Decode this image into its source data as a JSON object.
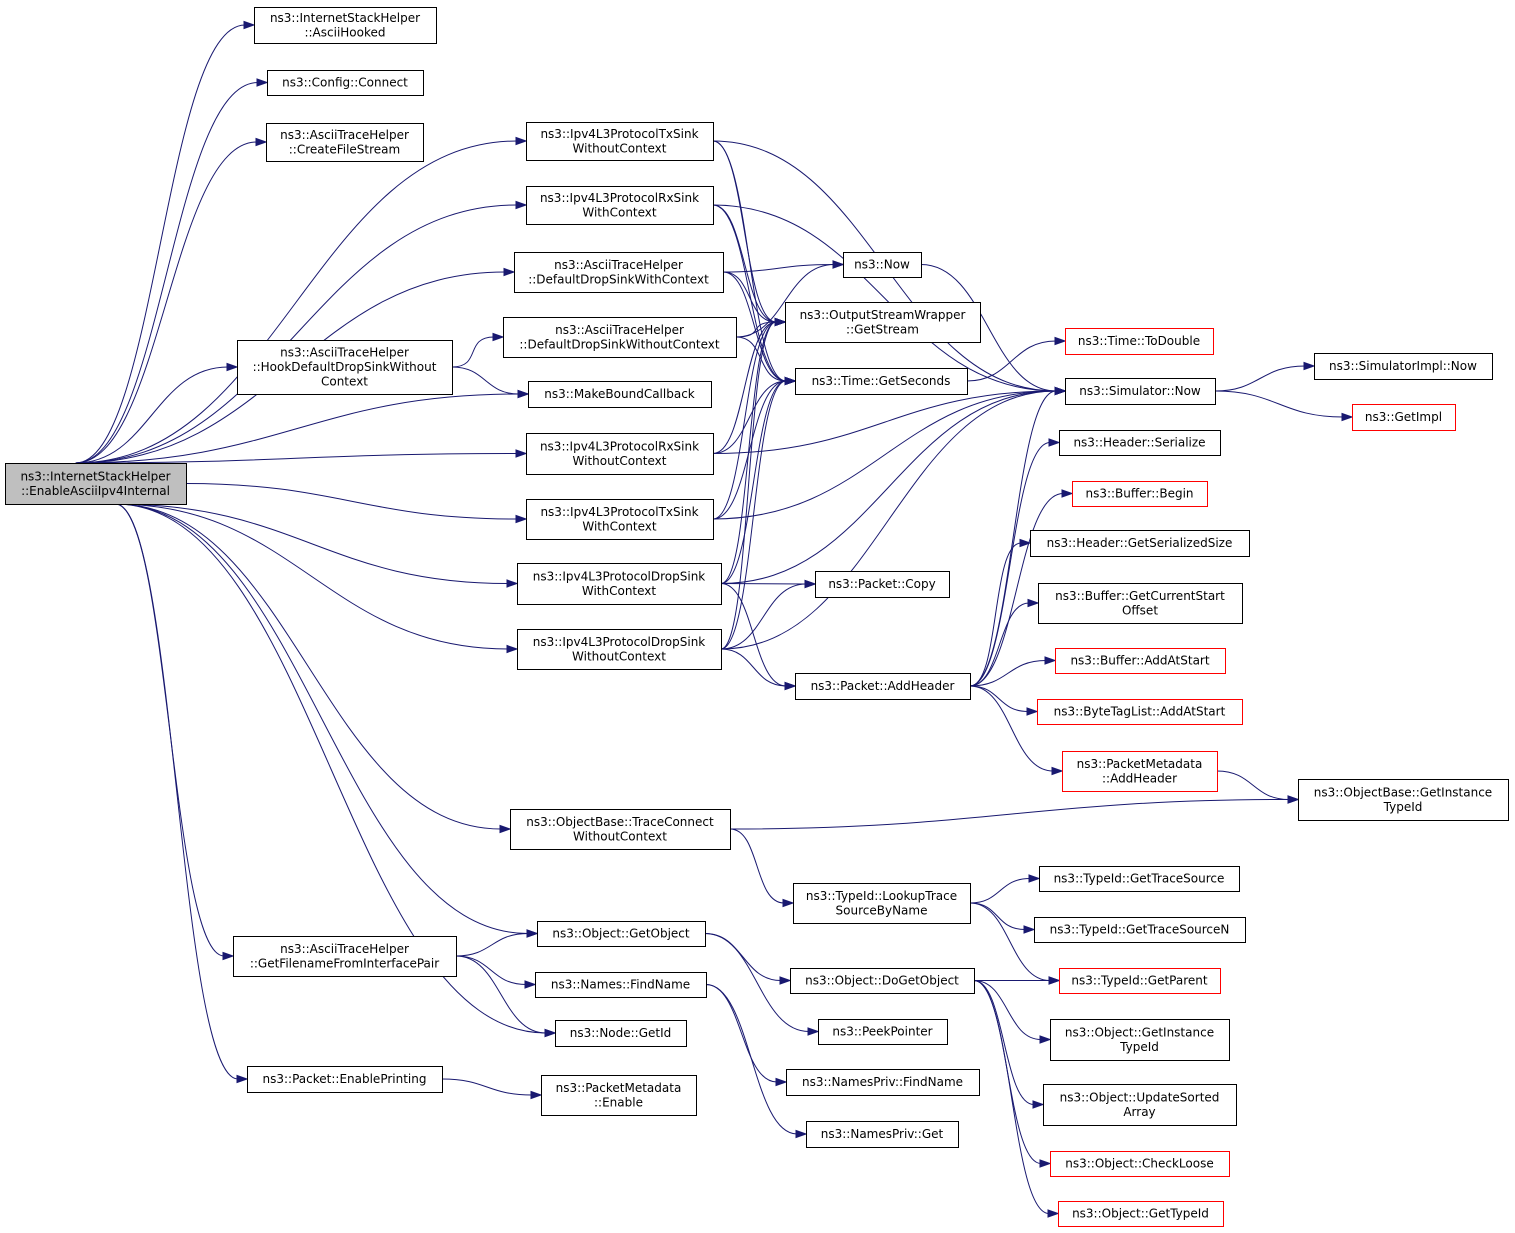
{
  "graph": {
    "nodes": [
      {
        "id": "root",
        "lines": [
          "ns3::InternetStackHelper",
          "::EnableAsciiIpv4Internal"
        ],
        "style": "root"
      },
      {
        "id": "asciiHooked",
        "lines": [
          "ns3::InternetStackHelper",
          "::AsciiHooked"
        ]
      },
      {
        "id": "configConnect",
        "lines": [
          "ns3::Config::Connect"
        ]
      },
      {
        "id": "createFileStream",
        "lines": [
          "ns3::AsciiTraceHelper",
          "::CreateFileStream"
        ]
      },
      {
        "id": "txSinkWithout1",
        "lines": [
          "ns3::Ipv4L3ProtocolTxSink",
          "WithoutContext"
        ]
      },
      {
        "id": "rxSinkWith",
        "lines": [
          "ns3::Ipv4L3ProtocolRxSink",
          "WithContext"
        ]
      },
      {
        "id": "dropSinkWithCtx",
        "lines": [
          "ns3::AsciiTraceHelper",
          "::DefaultDropSinkWithContext"
        ]
      },
      {
        "id": "dropSinkWithoutCtx",
        "lines": [
          "ns3::AsciiTraceHelper",
          "::DefaultDropSinkWithoutContext"
        ]
      },
      {
        "id": "hookDefault",
        "lines": [
          "ns3::AsciiTraceHelper",
          "::HookDefaultDropSinkWithout",
          "Context"
        ]
      },
      {
        "id": "makeBound",
        "lines": [
          "ns3::MakeBoundCallback"
        ]
      },
      {
        "id": "rxSinkWithout",
        "lines": [
          "ns3::Ipv4L3ProtocolRxSink",
          "WithoutContext"
        ]
      },
      {
        "id": "txSinkWith",
        "lines": [
          "ns3::Ipv4L3ProtocolTxSink",
          "WithContext"
        ]
      },
      {
        "id": "dropWith",
        "lines": [
          "ns3::Ipv4L3ProtocolDropSink",
          "WithContext"
        ]
      },
      {
        "id": "dropWithout",
        "lines": [
          "ns3::Ipv4L3ProtocolDropSink",
          "WithoutContext"
        ]
      },
      {
        "id": "traceConnect",
        "lines": [
          "ns3::ObjectBase::TraceConnect",
          "WithoutContext"
        ]
      },
      {
        "id": "getFilename",
        "lines": [
          "ns3::AsciiTraceHelper",
          "::GetFilenameFromInterfacePair"
        ]
      },
      {
        "id": "enablePrinting",
        "lines": [
          "ns3::Packet::EnablePrinting"
        ]
      },
      {
        "id": "now",
        "lines": [
          "ns3::Now"
        ]
      },
      {
        "id": "getStream",
        "lines": [
          "ns3::OutputStreamWrapper",
          "::GetStream"
        ]
      },
      {
        "id": "getSeconds",
        "lines": [
          "ns3::Time::GetSeconds"
        ]
      },
      {
        "id": "packetCopy",
        "lines": [
          "ns3::Packet::Copy"
        ]
      },
      {
        "id": "addHeader",
        "lines": [
          "ns3::Packet::AddHeader"
        ]
      },
      {
        "id": "lookupTrace",
        "lines": [
          "ns3::TypeId::LookupTrace",
          "SourceByName"
        ]
      },
      {
        "id": "getObject",
        "lines": [
          "ns3::Object::GetObject"
        ]
      },
      {
        "id": "findName",
        "lines": [
          "ns3::Names::FindName"
        ]
      },
      {
        "id": "nodeGetId",
        "lines": [
          "ns3::Node::GetId"
        ]
      },
      {
        "id": "pmEnable",
        "lines": [
          "ns3::PacketMetadata",
          "::Enable"
        ]
      },
      {
        "id": "doGetObject",
        "lines": [
          "ns3::Object::DoGetObject"
        ]
      },
      {
        "id": "peekPointer",
        "lines": [
          "ns3::PeekPointer"
        ]
      },
      {
        "id": "namesPrivFind",
        "lines": [
          "ns3::NamesPriv::FindName"
        ]
      },
      {
        "id": "namesPrivGet",
        "lines": [
          "ns3::NamesPriv::Get"
        ]
      },
      {
        "id": "toDouble",
        "lines": [
          "ns3::Time::ToDouble"
        ],
        "style": "red"
      },
      {
        "id": "simNow",
        "lines": [
          "ns3::Simulator::Now"
        ]
      },
      {
        "id": "headerSerialize",
        "lines": [
          "ns3::Header::Serialize"
        ]
      },
      {
        "id": "bufferBegin",
        "lines": [
          "ns3::Buffer::Begin"
        ],
        "style": "red"
      },
      {
        "id": "headerGetSize",
        "lines": [
          "ns3::Header::GetSerializedSize"
        ]
      },
      {
        "id": "bufferGetStart",
        "lines": [
          "ns3::Buffer::GetCurrentStart",
          "Offset"
        ]
      },
      {
        "id": "bufferAddAtStart",
        "lines": [
          "ns3::Buffer::AddAtStart"
        ],
        "style": "red"
      },
      {
        "id": "byteTagAdd",
        "lines": [
          "ns3::ByteTagList::AddAtStart"
        ],
        "style": "red"
      },
      {
        "id": "pmAddHeader",
        "lines": [
          "ns3::PacketMetadata",
          "::AddHeader"
        ],
        "style": "red"
      },
      {
        "id": "getTraceSource",
        "lines": [
          "ns3::TypeId::GetTraceSource"
        ]
      },
      {
        "id": "getTraceSourceN",
        "lines": [
          "ns3::TypeId::GetTraceSourceN"
        ]
      },
      {
        "id": "getParent",
        "lines": [
          "ns3::TypeId::GetParent"
        ],
        "style": "red"
      },
      {
        "id": "objGetInstance",
        "lines": [
          "ns3::Object::GetInstance",
          "TypeId"
        ]
      },
      {
        "id": "updateSorted",
        "lines": [
          "ns3::Object::UpdateSorted",
          "Array"
        ]
      },
      {
        "id": "checkLoose",
        "lines": [
          "ns3::Object::CheckLoose"
        ],
        "style": "red"
      },
      {
        "id": "objGetTypeId",
        "lines": [
          "ns3::Object::GetTypeId"
        ],
        "style": "red"
      },
      {
        "id": "simImplNow",
        "lines": [
          "ns3::SimulatorImpl::Now"
        ]
      },
      {
        "id": "getImpl",
        "lines": [
          "ns3::GetImpl"
        ],
        "style": "red"
      },
      {
        "id": "obGetInstance",
        "lines": [
          "ns3::ObjectBase::GetInstance",
          "TypeId"
        ]
      }
    ],
    "edges": [
      [
        "root",
        "asciiHooked"
      ],
      [
        "root",
        "configConnect"
      ],
      [
        "root",
        "createFileStream"
      ],
      [
        "root",
        "txSinkWithout1"
      ],
      [
        "root",
        "rxSinkWith"
      ],
      [
        "root",
        "dropSinkWithCtx"
      ],
      [
        "root",
        "hookDefault"
      ],
      [
        "root",
        "makeBound"
      ],
      [
        "root",
        "rxSinkWithout"
      ],
      [
        "root",
        "txSinkWith"
      ],
      [
        "root",
        "dropWith"
      ],
      [
        "root",
        "dropWithout"
      ],
      [
        "root",
        "traceConnect"
      ],
      [
        "root",
        "getFilename"
      ],
      [
        "root",
        "getObject"
      ],
      [
        "root",
        "nodeGetId"
      ],
      [
        "root",
        "enablePrinting"
      ],
      [
        "hookDefault",
        "dropSinkWithoutCtx"
      ],
      [
        "hookDefault",
        "makeBound"
      ],
      [
        "txSinkWithout1",
        "getStream"
      ],
      [
        "txSinkWithout1",
        "getSeconds"
      ],
      [
        "txSinkWithout1",
        "simNow"
      ],
      [
        "rxSinkWith",
        "getStream"
      ],
      [
        "rxSinkWith",
        "getSeconds"
      ],
      [
        "rxSinkWith",
        "simNow"
      ],
      [
        "dropSinkWithCtx",
        "now"
      ],
      [
        "dropSinkWithCtx",
        "getStream"
      ],
      [
        "dropSinkWithCtx",
        "getSeconds"
      ],
      [
        "dropSinkWithoutCtx",
        "now"
      ],
      [
        "dropSinkWithoutCtx",
        "getStream"
      ],
      [
        "dropSinkWithoutCtx",
        "getSeconds"
      ],
      [
        "rxSinkWithout",
        "getStream"
      ],
      [
        "rxSinkWithout",
        "getSeconds"
      ],
      [
        "rxSinkWithout",
        "simNow"
      ],
      [
        "txSinkWith",
        "getStream"
      ],
      [
        "txSinkWith",
        "getSeconds"
      ],
      [
        "txSinkWith",
        "simNow"
      ],
      [
        "dropWith",
        "getStream"
      ],
      [
        "dropWith",
        "getSeconds"
      ],
      [
        "dropWith",
        "simNow"
      ],
      [
        "dropWith",
        "packetCopy"
      ],
      [
        "dropWith",
        "addHeader"
      ],
      [
        "dropWithout",
        "getStream"
      ],
      [
        "dropWithout",
        "getSeconds"
      ],
      [
        "dropWithout",
        "simNow"
      ],
      [
        "dropWithout",
        "packetCopy"
      ],
      [
        "dropWithout",
        "addHeader"
      ],
      [
        "now",
        "simNow"
      ],
      [
        "getSeconds",
        "toDouble"
      ],
      [
        "simNow",
        "simImplNow"
      ],
      [
        "simNow",
        "getImpl"
      ],
      [
        "addHeader",
        "simNow"
      ],
      [
        "addHeader",
        "headerSerialize"
      ],
      [
        "addHeader",
        "bufferBegin"
      ],
      [
        "addHeader",
        "headerGetSize"
      ],
      [
        "addHeader",
        "bufferGetStart"
      ],
      [
        "addHeader",
        "bufferAddAtStart"
      ],
      [
        "addHeader",
        "byteTagAdd"
      ],
      [
        "addHeader",
        "pmAddHeader"
      ],
      [
        "pmAddHeader",
        "obGetInstance"
      ],
      [
        "traceConnect",
        "obGetInstance"
      ],
      [
        "traceConnect",
        "lookupTrace"
      ],
      [
        "lookupTrace",
        "getTraceSource"
      ],
      [
        "lookupTrace",
        "getTraceSourceN"
      ],
      [
        "lookupTrace",
        "getParent"
      ],
      [
        "getFilename",
        "getObject"
      ],
      [
        "getFilename",
        "findName"
      ],
      [
        "getFilename",
        "nodeGetId"
      ],
      [
        "getObject",
        "doGetObject"
      ],
      [
        "getObject",
        "peekPointer"
      ],
      [
        "findName",
        "namesPrivFind"
      ],
      [
        "findName",
        "namesPrivGet"
      ],
      [
        "doGetObject",
        "getParent"
      ],
      [
        "doGetObject",
        "objGetInstance"
      ],
      [
        "doGetObject",
        "updateSorted"
      ],
      [
        "doGetObject",
        "checkLoose"
      ],
      [
        "doGetObject",
        "objGetTypeId"
      ],
      [
        "enablePrinting",
        "pmEnable"
      ]
    ]
  }
}
